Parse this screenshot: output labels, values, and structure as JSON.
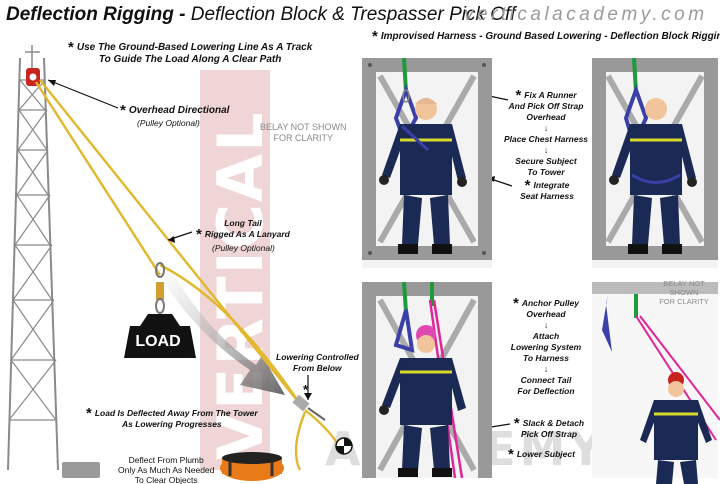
{
  "header": {
    "title_main": "Deflection Rigging -",
    "title_sub": "Deflection Block & Trespasser Pick Off",
    "brand": "verticalacademy.com"
  },
  "watermark": {
    "word1": "VERTICAL",
    "word2": "ACADEMY"
  },
  "belay_note": {
    "line1": "BELAY NOT SHOWN",
    "line2": "FOR CLARITY"
  },
  "left_diagram": {
    "track_note": {
      "line1": "Use The Ground-Based Lowering Line As A Track",
      "line2": "To Guide The Load Along A Clear Path"
    },
    "overhead": {
      "label": "Overhead Directional",
      "sub": "(Pulley Optional)"
    },
    "long_tail": {
      "line1": "Long Tail",
      "line2": "Rigged As A Lanyard",
      "sub": "(Pulley Optional)"
    },
    "load_label": "LOAD",
    "lowering": {
      "line1": "Lowering Controlled",
      "line2": "From Below"
    },
    "deflected": {
      "line1": "Load Is Deflected Away From The Tower",
      "line2": "As Lowering Progresses"
    },
    "plumb": {
      "line1": "Deflect From Plumb",
      "line2": "Only As Much As Needed",
      "line3": "To Clear Objects"
    }
  },
  "right_panels": {
    "header": "Improvised Harness - Ground Based Lowering - Deflection Block Rigging",
    "top_steps": [
      "Fix A Runner",
      "And Pick Off Strap",
      "Overhead",
      "Place Chest Harness",
      "Secure Subject",
      "To Tower"
    ],
    "integrate": [
      "Integrate",
      "Seat Harness"
    ],
    "bottom_steps": [
      "Anchor Pulley",
      "Overhead",
      "Attach",
      "Lowering System",
      "To Harness",
      "Connect Tail",
      "For Deflection"
    ],
    "slack": [
      "Slack & Detach",
      "Pick Off Strap"
    ],
    "lower_subject": "Lower Subject"
  }
}
